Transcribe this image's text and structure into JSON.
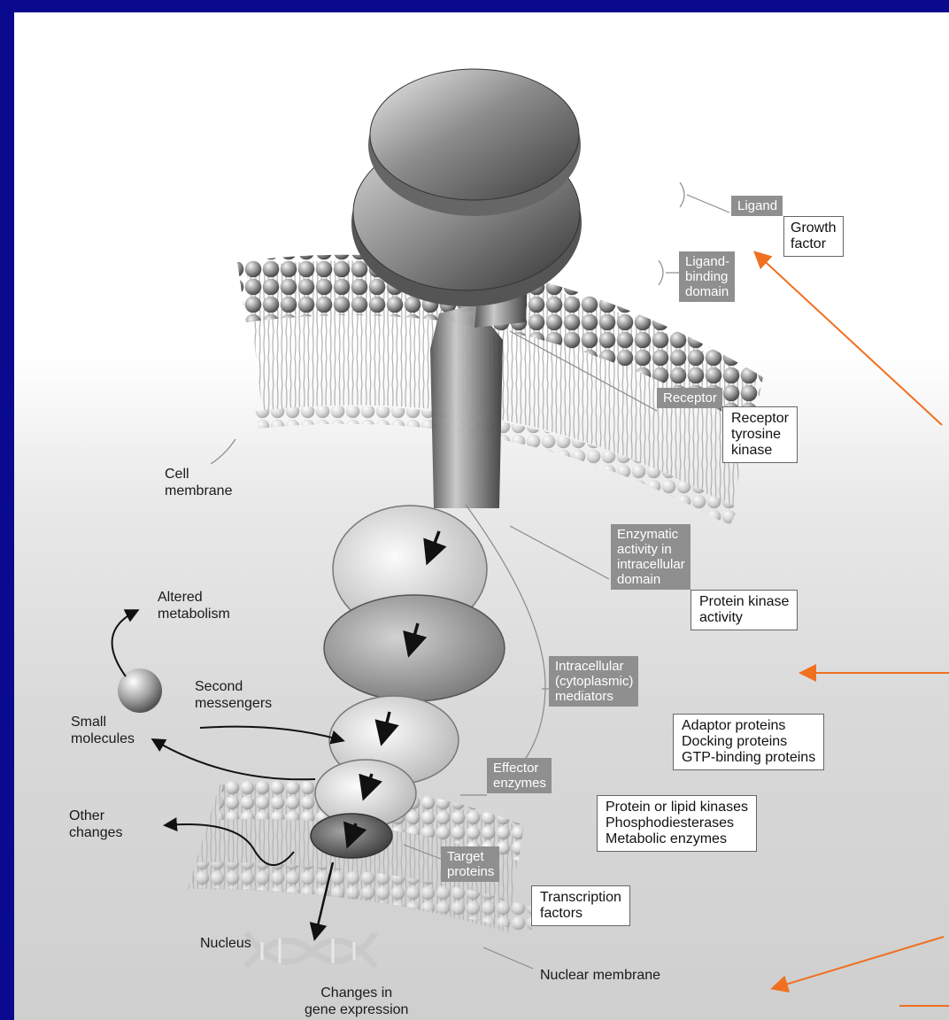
{
  "labels": {
    "ligand": "Ligand",
    "growth_factor": "Growth\nfactor",
    "ligand_binding_domain": "Ligand-\nbinding\ndomain",
    "receptor": "Receptor",
    "receptor_tyrosine_kinase": "Receptor\ntyrosine\nkinase",
    "cell_membrane": "Cell\nmembrane",
    "enzymatic_activity": "Enzymatic\nactivity in\nintracellular\ndomain",
    "protein_kinase_activity": "Protein kinase\nactivity",
    "altered_metabolism": "Altered\nmetabolism",
    "second_messengers": "Second\nmessengers",
    "small_molecules": "Small\nmolecules",
    "intracellular_mediators": "Intracellular\n(cytoplasmic)\nmediators",
    "adaptor_proteins": "Adaptor proteins\nDocking proteins\nGTP-binding proteins",
    "effector_enzymes": "Effector\nenzymes",
    "effector_examples": "Protein or lipid kinases\nPhosphodiesterases\nMetabolic enzymes",
    "other_changes": "Other\nchanges",
    "target_proteins": "Target\nproteins",
    "transcription_factors": "Transcription\nfactors",
    "nucleus": "Nucleus",
    "changes_gene_expression": "Changes in\ngene expression",
    "nuclear_membrane": "Nuclear membrane"
  },
  "colors": {
    "slide_background": "#0a0a8e",
    "dark_label_box": "#8f8f8f",
    "pointer_arrow": "#f07020"
  }
}
